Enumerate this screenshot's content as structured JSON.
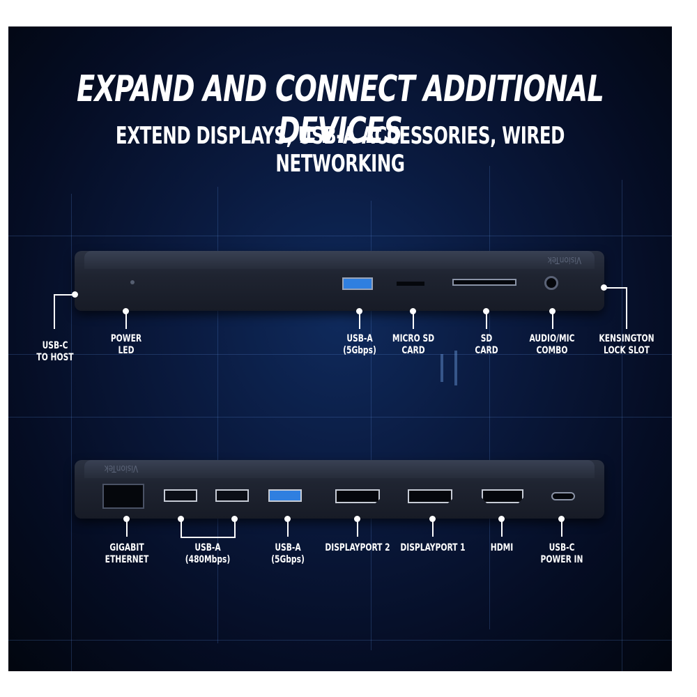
{
  "headline": "EXPAND AND CONNECT ADDITIONAL DEVICES",
  "subheadline": "EXTEND DISPLAYS, USB-A ACCESSORIES, WIRED NETWORKING",
  "brand_mark": "VisionTek",
  "front_labels": {
    "usbc_host": "USB-C\nTO HOST",
    "power_led": "POWER\nLED",
    "usba_5g": "USB-A\n(5Gbps)",
    "micro_sd": "MICRO SD\nCARD",
    "sd_card": "SD\nCARD",
    "audio_mic": "AUDIO/MIC\nCOMBO",
    "kensington": "KENSINGTON\nLOCK SLOT"
  },
  "rear_labels": {
    "ethernet": "GIGABIT\nETHERNET",
    "usba_480": "USB-A\n(480Mbps)",
    "usba_5g": "USB-A\n(5Gbps)",
    "dp2": "DISPLAYPORT 2",
    "dp1": "DISPLAYPORT 1",
    "hdmi": "HDMI",
    "usbc_power": "USB-C\nPOWER IN"
  },
  "colors": {
    "background": "#0a1a3f",
    "dock_body": "#1f2431",
    "usb3_blue": "#2f7fe0",
    "label": "#ffffff"
  }
}
